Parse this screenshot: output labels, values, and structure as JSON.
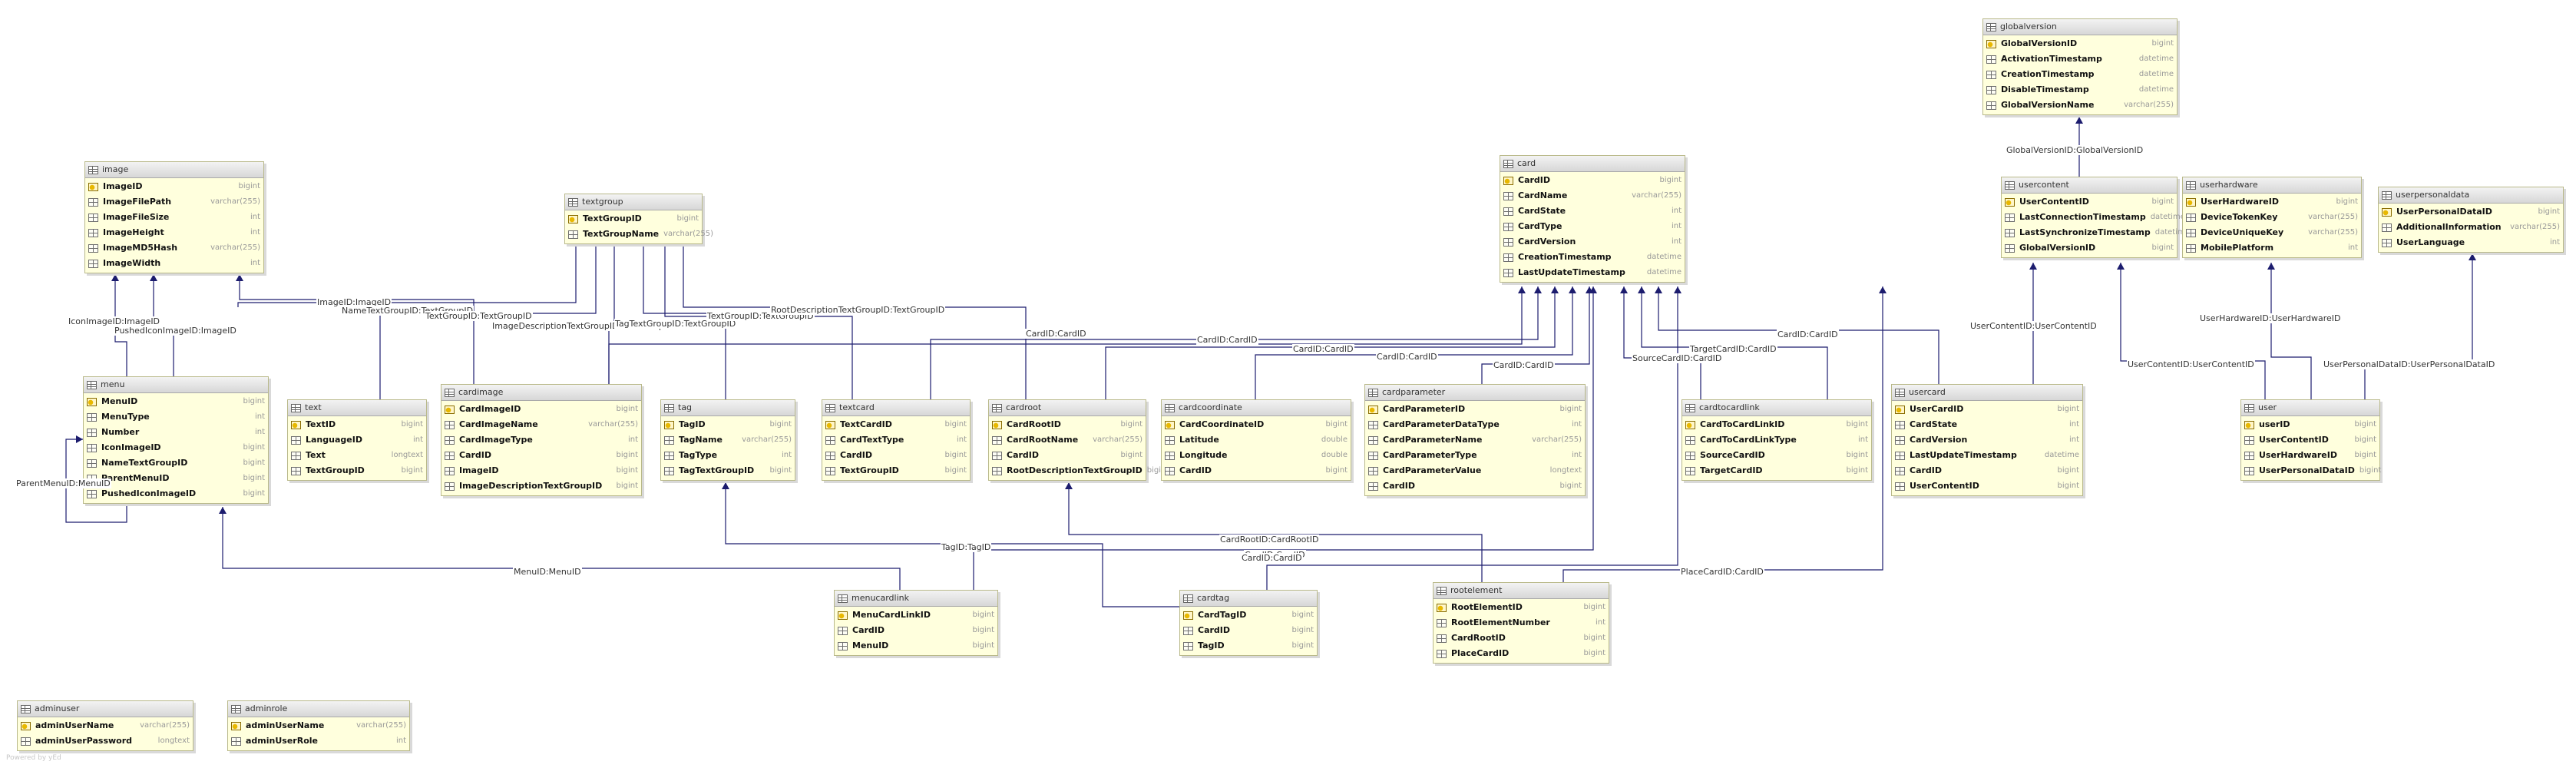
{
  "diagram": {
    "footer": "Powered by yEd",
    "tables": [
      {
        "id": "image",
        "title": "image",
        "columns": [
          {
            "name": "ImageID",
            "type": "bigint",
            "pk": true
          },
          {
            "name": "ImageFilePath",
            "type": "varchar(255)"
          },
          {
            "name": "ImageFileSize",
            "type": "int"
          },
          {
            "name": "ImageHeight",
            "type": "int"
          },
          {
            "name": "ImageMD5Hash",
            "type": "varchar(255)"
          },
          {
            "name": "ImageWidth",
            "type": "int"
          }
        ]
      },
      {
        "id": "textgroup",
        "title": "textgroup",
        "columns": [
          {
            "name": "TextGroupID",
            "type": "bigint",
            "pk": true
          },
          {
            "name": "TextGroupName",
            "type": "varchar(255)"
          }
        ]
      },
      {
        "id": "card",
        "title": "card",
        "columns": [
          {
            "name": "CardID",
            "type": "bigint",
            "pk": true
          },
          {
            "name": "CardName",
            "type": "varchar(255)"
          },
          {
            "name": "CardState",
            "type": "int"
          },
          {
            "name": "CardType",
            "type": "int"
          },
          {
            "name": "CardVersion",
            "type": "int"
          },
          {
            "name": "CreationTimestamp",
            "type": "datetime"
          },
          {
            "name": "LastUpdateTimestamp",
            "type": "datetime"
          }
        ]
      },
      {
        "id": "globalversion",
        "title": "globalversion",
        "columns": [
          {
            "name": "GlobalVersionID",
            "type": "bigint",
            "pk": true
          },
          {
            "name": "ActivationTimestamp",
            "type": "datetime"
          },
          {
            "name": "CreationTimestamp",
            "type": "datetime"
          },
          {
            "name": "DisableTimestamp",
            "type": "datetime"
          },
          {
            "name": "GlobalVersionName",
            "type": "varchar(255)"
          }
        ]
      },
      {
        "id": "usercontent",
        "title": "usercontent",
        "columns": [
          {
            "name": "UserContentID",
            "type": "bigint",
            "pk": true
          },
          {
            "name": "LastConnectionTimestamp",
            "type": "datetime"
          },
          {
            "name": "LastSynchronizeTimestamp",
            "type": "datetime"
          },
          {
            "name": "GlobalVersionID",
            "type": "bigint"
          }
        ]
      },
      {
        "id": "userhardware",
        "title": "userhardware",
        "columns": [
          {
            "name": "UserHardwareID",
            "type": "bigint",
            "pk": true
          },
          {
            "name": "DeviceTokenKey",
            "type": "varchar(255)"
          },
          {
            "name": "DeviceUniqueKey",
            "type": "varchar(255)"
          },
          {
            "name": "MobilePlatform",
            "type": "int"
          }
        ]
      },
      {
        "id": "userpersonaldata",
        "title": "userpersonaldata",
        "columns": [
          {
            "name": "UserPersonalDataID",
            "type": "bigint",
            "pk": true
          },
          {
            "name": "AdditionalInformation",
            "type": "varchar(255)"
          },
          {
            "name": "UserLanguage",
            "type": "int"
          }
        ]
      },
      {
        "id": "menu",
        "title": "menu",
        "columns": [
          {
            "name": "MenuID",
            "type": "bigint",
            "pk": true
          },
          {
            "name": "MenuType",
            "type": "int"
          },
          {
            "name": "Number",
            "type": "int"
          },
          {
            "name": "IconImageID",
            "type": "bigint"
          },
          {
            "name": "NameTextGroupID",
            "type": "bigint"
          },
          {
            "name": "ParentMenuID",
            "type": "bigint"
          },
          {
            "name": "PushedIconImageID",
            "type": "bigint"
          }
        ]
      },
      {
        "id": "text",
        "title": "text",
        "columns": [
          {
            "name": "TextID",
            "type": "bigint",
            "pk": true
          },
          {
            "name": "LanguageID",
            "type": "int"
          },
          {
            "name": "Text",
            "type": "longtext"
          },
          {
            "name": "TextGroupID",
            "type": "bigint"
          }
        ]
      },
      {
        "id": "cardimage",
        "title": "cardimage",
        "columns": [
          {
            "name": "CardImageID",
            "type": "bigint",
            "pk": true
          },
          {
            "name": "CardImageName",
            "type": "varchar(255)"
          },
          {
            "name": "CardImageType",
            "type": "int"
          },
          {
            "name": "CardID",
            "type": "bigint"
          },
          {
            "name": "ImageID",
            "type": "bigint"
          },
          {
            "name": "ImageDescriptionTextGroupID",
            "type": "bigint"
          }
        ]
      },
      {
        "id": "tag",
        "title": "tag",
        "columns": [
          {
            "name": "TagID",
            "type": "bigint",
            "pk": true
          },
          {
            "name": "TagName",
            "type": "varchar(255)"
          },
          {
            "name": "TagType",
            "type": "int"
          },
          {
            "name": "TagTextGroupID",
            "type": "bigint"
          }
        ]
      },
      {
        "id": "textcard",
        "title": "textcard",
        "columns": [
          {
            "name": "TextCardID",
            "type": "bigint",
            "pk": true
          },
          {
            "name": "CardTextType",
            "type": "int"
          },
          {
            "name": "CardID",
            "type": "bigint"
          },
          {
            "name": "TextGroupID",
            "type": "bigint"
          }
        ]
      },
      {
        "id": "cardroot",
        "title": "cardroot",
        "columns": [
          {
            "name": "CardRootID",
            "type": "bigint",
            "pk": true
          },
          {
            "name": "CardRootName",
            "type": "varchar(255)"
          },
          {
            "name": "CardID",
            "type": "bigint"
          },
          {
            "name": "RootDescriptionTextGroupID",
            "type": "bigint"
          }
        ]
      },
      {
        "id": "cardcoordinate",
        "title": "cardcoordinate",
        "columns": [
          {
            "name": "CardCoordinateID",
            "type": "bigint",
            "pk": true
          },
          {
            "name": "Latitude",
            "type": "double"
          },
          {
            "name": "Longitude",
            "type": "double"
          },
          {
            "name": "CardID",
            "type": "bigint"
          }
        ]
      },
      {
        "id": "cardparameter",
        "title": "cardparameter",
        "columns": [
          {
            "name": "CardParameterID",
            "type": "bigint",
            "pk": true
          },
          {
            "name": "CardParameterDataType",
            "type": "int"
          },
          {
            "name": "CardParameterName",
            "type": "varchar(255)"
          },
          {
            "name": "CardParameterType",
            "type": "int"
          },
          {
            "name": "CardParameterValue",
            "type": "longtext"
          },
          {
            "name": "CardID",
            "type": "bigint"
          }
        ]
      },
      {
        "id": "cardtocardlink",
        "title": "cardtocardlink",
        "columns": [
          {
            "name": "CardToCardLinkID",
            "type": "bigint",
            "pk": true
          },
          {
            "name": "CardToCardLinkType",
            "type": "int"
          },
          {
            "name": "SourceCardID",
            "type": "bigint"
          },
          {
            "name": "TargetCardID",
            "type": "bigint"
          }
        ]
      },
      {
        "id": "usercard",
        "title": "usercard",
        "columns": [
          {
            "name": "UserCardID",
            "type": "bigint",
            "pk": true
          },
          {
            "name": "CardState",
            "type": "int"
          },
          {
            "name": "CardVersion",
            "type": "int"
          },
          {
            "name": "LastUpdateTimestamp",
            "type": "datetime"
          },
          {
            "name": "CardID",
            "type": "bigint"
          },
          {
            "name": "UserContentID",
            "type": "bigint"
          }
        ]
      },
      {
        "id": "user",
        "title": "user",
        "columns": [
          {
            "name": "userID",
            "type": "bigint",
            "pk": true
          },
          {
            "name": "UserContentID",
            "type": "bigint"
          },
          {
            "name": "UserHardwareID",
            "type": "bigint"
          },
          {
            "name": "UserPersonalDataID",
            "type": "bigint"
          }
        ]
      },
      {
        "id": "menucardlink",
        "title": "menucardlink",
        "columns": [
          {
            "name": "MenuCardLinkID",
            "type": "bigint",
            "pk": true
          },
          {
            "name": "CardID",
            "type": "bigint"
          },
          {
            "name": "MenuID",
            "type": "bigint"
          }
        ]
      },
      {
        "id": "cardtag",
        "title": "cardtag",
        "columns": [
          {
            "name": "CardTagID",
            "type": "bigint",
            "pk": true
          },
          {
            "name": "CardID",
            "type": "bigint"
          },
          {
            "name": "TagID",
            "type": "bigint"
          }
        ]
      },
      {
        "id": "rootelement",
        "title": "rootelement",
        "columns": [
          {
            "name": "RootElementID",
            "type": "bigint",
            "pk": true
          },
          {
            "name": "RootElementNumber",
            "type": "int"
          },
          {
            "name": "CardRootID",
            "type": "bigint"
          },
          {
            "name": "PlaceCardID",
            "type": "bigint"
          }
        ]
      },
      {
        "id": "adminuser",
        "title": "adminuser",
        "columns": [
          {
            "name": "adminUserName",
            "type": "varchar(255)",
            "pk": true
          },
          {
            "name": "adminUserPassword",
            "type": "longtext"
          }
        ]
      },
      {
        "id": "adminrole",
        "title": "adminrole",
        "columns": [
          {
            "name": "adminUserName",
            "type": "varchar(255)",
            "pk": true
          },
          {
            "name": "adminUserRole",
            "type": "int"
          }
        ]
      }
    ],
    "relations": [
      {
        "label": "IconImageID:ImageID"
      },
      {
        "label": "PushedIconImageID:ImageID"
      },
      {
        "label": "ImageID:ImageID"
      },
      {
        "label": "ParentMenuID:MenuID"
      },
      {
        "label": "NameTextGroupID:TextGroupID"
      },
      {
        "label": "TextGroupID:TextGroupID"
      },
      {
        "label": "ImageDescriptionTextGroupID:TextGroupID"
      },
      {
        "label": "TagTextGroupID:TextGroupID"
      },
      {
        "label": "TextGroupID:TextGroupID"
      },
      {
        "label": "RootDescriptionTextGroupID:TextGroupID"
      },
      {
        "label": "CardID:CardID"
      },
      {
        "label": "CardID:CardID"
      },
      {
        "label": "CardID:CardID"
      },
      {
        "label": "CardID:CardID"
      },
      {
        "label": "CardID:CardID"
      },
      {
        "label": "SourceCardID:CardID"
      },
      {
        "label": "TargetCardID:CardID"
      },
      {
        "label": "CardID:CardID"
      },
      {
        "label": "CardID:CardID"
      },
      {
        "label": "CardID:CardID"
      },
      {
        "label": "PlaceCardID:CardID"
      },
      {
        "label": "GlobalVersionID:GlobalVersionID"
      },
      {
        "label": "UserContentID:UserContentID"
      },
      {
        "label": "UserContentID:UserContentID"
      },
      {
        "label": "UserHardwareID:UserHardwareID"
      },
      {
        "label": "UserPersonalDataID:UserPersonalDataID"
      },
      {
        "label": "MenuID:MenuID"
      },
      {
        "label": "TagID:TagID"
      },
      {
        "label": "CardRootID:CardRootID"
      }
    ]
  }
}
